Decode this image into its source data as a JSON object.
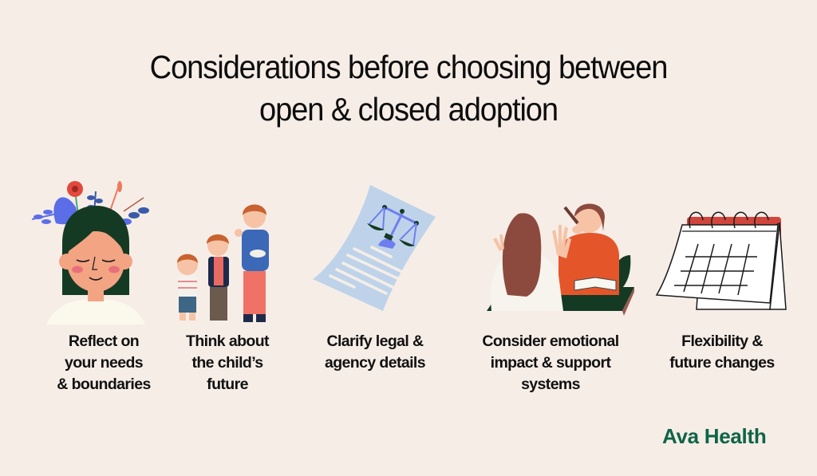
{
  "title": {
    "line1": "Considerations before choosing between",
    "line2": "open & closed adoption"
  },
  "items": [
    {
      "icon": "woman-meditating-flowers-icon",
      "lines": [
        "Reflect on",
        "your needs",
        "& boundaries"
      ]
    },
    {
      "icon": "three-children-growing-icon",
      "lines": [
        "Think about",
        "the child’s",
        "future"
      ]
    },
    {
      "icon": "legal-document-scales-icon",
      "lines": [
        "Clarify legal &",
        "agency details"
      ]
    },
    {
      "icon": "counseling-conversation-icon",
      "lines": [
        "Consider emotional",
        "impact & support",
        "systems"
      ]
    },
    {
      "icon": "calendar-icon",
      "lines": [
        "Flexibility &",
        "future changes"
      ]
    }
  ],
  "brand": {
    "name": "Ava Health",
    "color": "#0f6448"
  },
  "colors": {
    "background": "#f6ede7",
    "text": "#111111"
  }
}
